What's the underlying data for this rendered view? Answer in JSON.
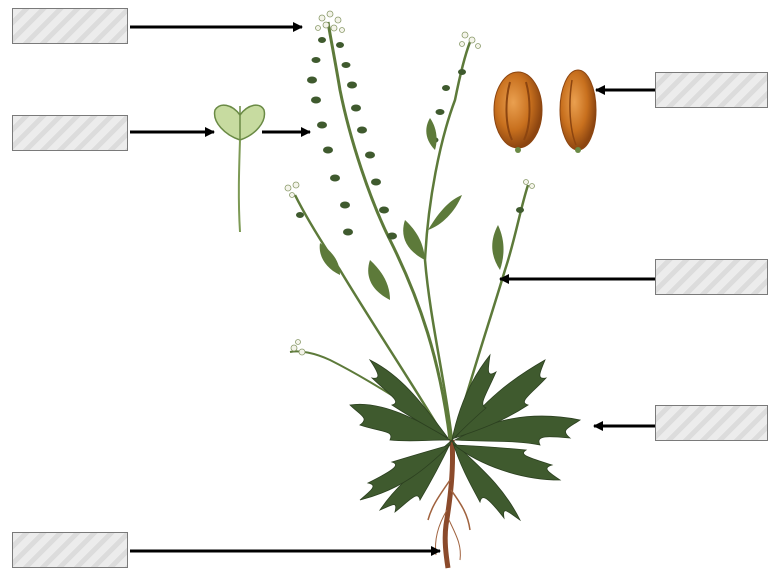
{
  "diagram": {
    "labels": [
      {
        "id": "flower",
        "text": ""
      },
      {
        "id": "fruit",
        "text": ""
      },
      {
        "id": "seed",
        "text": ""
      },
      {
        "id": "stem",
        "text": ""
      },
      {
        "id": "leaf",
        "text": ""
      },
      {
        "id": "root",
        "text": ""
      }
    ],
    "colors": {
      "stem": "#5d7a3a",
      "leaf_dark": "#3f5a2e",
      "leaf_light": "#7d9a55",
      "seed": "#c8701e",
      "seed_dark": "#8c4510",
      "root": "#8b4a2b",
      "arrow": "#000000",
      "box_border": "#7a7a7a"
    }
  }
}
